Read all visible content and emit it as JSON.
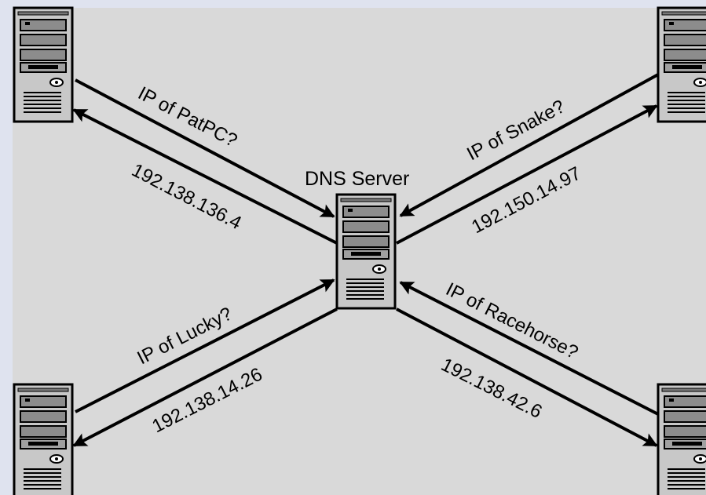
{
  "diagram": {
    "server_label": "DNS Server",
    "nodes": [
      {
        "id": "top-left",
        "icon": "tower-computer-icon"
      },
      {
        "id": "top-right",
        "icon": "tower-computer-icon"
      },
      {
        "id": "bottom-left",
        "icon": "tower-computer-icon"
      },
      {
        "id": "bottom-right",
        "icon": "tower-computer-icon"
      },
      {
        "id": "dns-server",
        "icon": "tower-server-icon"
      }
    ],
    "queries": [
      {
        "node": "top-left",
        "question": "IP of PatPC?",
        "answer": "192.138.136.4"
      },
      {
        "node": "top-right",
        "question": "IP of Snake?",
        "answer": "192.150.14.97"
      },
      {
        "node": "bottom-left",
        "question": "IP of Lucky?",
        "answer": "192.138.14.26"
      },
      {
        "node": "bottom-right",
        "question": "IP of Racehorse?",
        "answer": "192.138.42.6"
      }
    ]
  },
  "colors": {
    "frame": "#dfe3ef",
    "panel": "#d9d9d9",
    "stroke": "#000000",
    "case": "#c8c8c8",
    "bay": "#8c8c8c"
  }
}
